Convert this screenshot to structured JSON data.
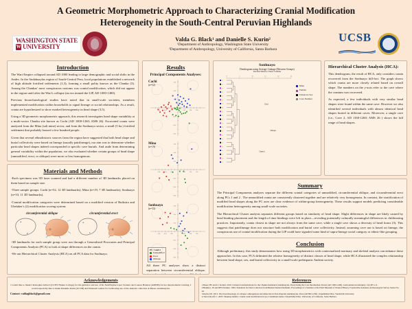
{
  "poster": {
    "title_line1": "A Geometric Morphometric Approach to Characterizing Cranial Modification",
    "title_line2": "Heterogeneity in the South-Central Peruvian Highlands",
    "authors": "Valda G. Black¹ and Danielle S. Kurin²",
    "affiliation1": "¹Department of Anthropology, Washington State University",
    "affiliation2": "²Department of Anthropology, University of California, Santa Barbara",
    "logo_left_line1": "WASHINGTON STATE",
    "logo_left_line2": "UNIVERSITY",
    "logo_right": "UCSB",
    "bg_color": "#fbe7d4",
    "panel_color": "#fdf1e4",
    "border_color": "#c8b6a6"
  },
  "introduction": {
    "heading": "Introduction",
    "p1": "The Wari Empire collapsed around AD 1000 leading to large demographic and social shifts in the Andes. In the Andahuaylas region of South-Central Peru, local populations established a network of high altitude fortified settlements (1,3), forming a small polity known as the Chanka (3). Among the Chankas' most conspicuous customs was cranial modification, which did not appear in the region until after the Wari's collapse (an era termed the LIP, AD 1000-1400).",
    "p2": "Previous bioarchaeological studies have noted that in small-scale societies, members implemented modification within households to signal lineage or social relationships. As a result, crania are hypothesized to show marked heterogeneity in head shape (3,5).",
    "p3": "Using a 3D geometric morphometric approach, this research investigates head shape variability at a multi-sector Chanka site known as Cachi (AD 1000-1260; AMS 26). Excavated crania were analyzed from the Mina (salt mine) sector, and from the Sonhuayo sector, a small (5 ha.) fortified settlement that probably housed a few hundred people.",
    "p4": "Given that several ethnohistoric sources from the region have suggested that both head shape and burial collectivity were based on lineage (usually patrilineage), our aim was to determine whether particular head shapes indeed corresponded to specific cave burials. And aside from determining general variability within the population, we also evaluated whether certain groups of head shape (unmodified, erect, or oblique) were more or less homogenous."
  },
  "methods": {
    "heading": "Materials and Methods",
    "p1": "-Each specimen was 3D laser scanned and had a different number of 3D landmarks placed on them based on sample size.",
    "p2": "-Three sample groups: Cachi (n=52, 12 3D landmarks); Mina (n=19, 7 3D landmarks); Sonhuayo (n=33, 11 3D landmarks).",
    "p3": "-Cranial modification categories were determined based on a modified version of Buikstra and Ubelaker's (2) modification scoring system:",
    "cranium_label_1": "circumferential oblique",
    "cranium_label_2": "circumferential erect",
    "p4": "-3D landmarks for each sample group were run through a Generalized Procrustes and Principal Components Analysis (PCA) to look at shape differences on the crania.",
    "p5": "-We ran Hierarchical Cluster Analysis (HCA) on all PCA data for Sonhuayo."
  },
  "results": {
    "heading": "Results",
    "subheading": "Principal Components Analyses:",
    "summary_note": "All three PC analyses show a distinct separation between circumferential oblique, circumferential erect, and unmodified along PC 1 and 2. The unmodified crania are shown in a tight group formation, while the other two groups are spread out displaying the large amount of heterogeneity found within each.",
    "legend_title": "PC 1 and 2",
    "legend": [
      {
        "label": "Unmodified",
        "color": "#2f9e2f"
      },
      {
        "label": "Erect",
        "color": "#e03030"
      },
      {
        "label": "Oblique",
        "color": "#2a4fd0"
      }
    ]
  },
  "chart_data": [
    {
      "type": "scatter",
      "title": "Cachi",
      "subtitle": "(n=52)",
      "xlabel": "PC 1",
      "ylabel": "PC 2",
      "xlim": [
        -0.08,
        0.08
      ],
      "ylim": [
        -0.06,
        0.06
      ],
      "xticks": [
        -0.08,
        -0.06,
        -0.04,
        -0.02,
        0.02,
        0.04,
        0.06
      ],
      "yticks": [
        -0.06,
        -0.04,
        -0.02,
        0.02,
        0.04,
        0.06
      ],
      "grid": false,
      "series": [
        {
          "name": "Unmodified",
          "color": "#2f9e2f",
          "points": [
            [
              -0.008,
              -0.002
            ],
            [
              -0.004,
              -0.004
            ],
            [
              0.0,
              -0.003
            ],
            [
              0.004,
              -0.006
            ],
            [
              -0.01,
              -0.001
            ],
            [
              0.008,
              -0.01
            ],
            [
              0.012,
              -0.014
            ],
            [
              0.018,
              -0.013
            ],
            [
              0.024,
              -0.012
            ],
            [
              -0.016,
              -0.016
            ],
            [
              -0.006,
              -0.018
            ],
            [
              0.002,
              -0.02
            ],
            [
              0.028,
              -0.009
            ],
            [
              0.036,
              -0.036
            ],
            [
              0.006,
              -0.001
            ],
            [
              -0.002,
              0.001
            ]
          ]
        },
        {
          "name": "Erect",
          "color": "#e03030",
          "points": [
            [
              -0.062,
              -0.004
            ],
            [
              -0.056,
              -0.01
            ],
            [
              -0.052,
              0.002
            ],
            [
              -0.048,
              -0.006
            ],
            [
              -0.044,
              0.006
            ],
            [
              -0.042,
              -0.012
            ],
            [
              -0.038,
              0.002
            ],
            [
              -0.034,
              -0.002
            ],
            [
              -0.03,
              0.008
            ],
            [
              -0.026,
              -0.008
            ],
            [
              -0.022,
              0.004
            ],
            [
              -0.018,
              -0.003
            ],
            [
              -0.046,
              -0.018
            ],
            [
              -0.036,
              -0.02
            ],
            [
              -0.028,
              0.012
            ]
          ]
        },
        {
          "name": "Oblique",
          "color": "#2a4fd0",
          "points": [
            [
              -0.016,
              0.028
            ],
            [
              -0.008,
              0.02
            ],
            [
              0.0,
              0.03
            ],
            [
              0.004,
              0.018
            ],
            [
              0.008,
              0.026
            ],
            [
              0.012,
              0.014
            ],
            [
              0.018,
              0.022
            ],
            [
              0.024,
              0.016
            ],
            [
              0.03,
              0.01
            ],
            [
              0.034,
              0.02
            ],
            [
              0.04,
              0.044
            ],
            [
              0.002,
              0.006
            ],
            [
              0.006,
              0.01
            ],
            [
              -0.004,
              0.012
            ],
            [
              0.02,
              0.004
            ],
            [
              0.028,
              0.002
            ],
            [
              0.014,
              0.008
            ],
            [
              0.038,
              0.006
            ]
          ]
        }
      ]
    },
    {
      "type": "scatter",
      "title": "Mina",
      "subtitle": "(n=19)",
      "xlabel": "PC 1",
      "ylabel": "PC 2",
      "xlim": [
        -0.08,
        0.08
      ],
      "ylim": [
        -0.06,
        0.06
      ],
      "grid": false,
      "series": [
        {
          "name": "Unmodified",
          "color": "#2f9e2f",
          "points": [
            [
              -0.016,
              -0.006
            ],
            [
              0.006,
              -0.004
            ],
            [
              0.018,
              -0.004
            ],
            [
              0.022,
              -0.022
            ],
            [
              0.024,
              -0.03
            ]
          ]
        },
        {
          "name": "Erect",
          "color": "#e03030",
          "points": [
            [
              -0.03,
              0.01
            ],
            [
              -0.044,
              -0.006
            ],
            [
              -0.036,
              -0.016
            ],
            [
              -0.058,
              -0.02
            ],
            [
              -0.028,
              -0.024
            ]
          ]
        },
        {
          "name": "Oblique",
          "color": "#2a4fd0",
          "points": [
            [
              -0.02,
              0.034
            ],
            [
              -0.016,
              0.026
            ],
            [
              -0.002,
              0.016
            ],
            [
              0.01,
              0.022
            ],
            [
              0.044,
              0.048
            ]
          ]
        }
      ]
    },
    {
      "type": "scatter",
      "title": "Sonhuayo",
      "subtitle": "(n=33)",
      "xlabel": "PC 1",
      "ylabel": "PC 2",
      "xlim": [
        -0.08,
        0.08
      ],
      "ylim": [
        -0.06,
        0.06
      ],
      "grid": false,
      "series": [
        {
          "name": "Unmodified",
          "color": "#2f9e2f",
          "points": [
            [
              -0.022,
              0.008
            ],
            [
              -0.012,
              0.006
            ],
            [
              -0.004,
              0.004
            ],
            [
              0.014,
              -0.004
            ],
            [
              0.024,
              -0.01
            ],
            [
              0.03,
              -0.016
            ],
            [
              0.02,
              -0.026
            ],
            [
              0.01,
              -0.032
            ],
            [
              0.026,
              -0.04
            ]
          ]
        },
        {
          "name": "Erect",
          "color": "#e03030",
          "points": [
            [
              -0.056,
              0.03
            ],
            [
              -0.04,
              0.044
            ],
            [
              -0.03,
              0.034
            ],
            [
              -0.048,
              0.016
            ],
            [
              -0.034,
              0.02
            ],
            [
              -0.024,
              0.042
            ]
          ]
        },
        {
          "name": "Oblique",
          "color": "#2a4fd0",
          "points": [
            [
              0.006,
              0.042
            ],
            [
              0.018,
              0.036
            ],
            [
              0.028,
              0.044
            ],
            [
              0.012,
              0.024
            ],
            [
              0.004,
              0.012
            ],
            [
              0.022,
              0.006
            ],
            [
              0.034,
              -0.002
            ],
            [
              0.016,
              0.002
            ],
            [
              0.008,
              0.018
            ]
          ]
        }
      ]
    }
  ],
  "dendrogram": {
    "title": "Sonhuayo",
    "subtitle": "Dendrogram using Average Linkage (Between Groups)",
    "subtitle2": "Rescaled Distance Cluster Combine",
    "xticks": [
      "0",
      "5",
      "10",
      "15",
      "20",
      "25"
    ],
    "ylabels": [
      "2",
      "2",
      "7",
      "2",
      "2",
      "2",
      "2",
      "8",
      "2",
      "2",
      "2",
      "2",
      "2",
      "2",
      "2",
      "2",
      "2",
      "5",
      "5",
      "5",
      "2",
      "2"
    ],
    "cluster_labels": [
      "Erect",
      "Oblique",
      "Unmod."
    ],
    "legend": [
      {
        "label": "Male",
        "color": "#2020e0"
      },
      {
        "label": "Female",
        "color": "#e020e0"
      },
      {
        "label": "Unknown Sex",
        "color": "#000000"
      },
      {
        "label": "Cave Number",
        "color": "#555555"
      }
    ]
  },
  "hca": {
    "heading": "Hierarchical Cluster Analysis (HCA):",
    "p1": "This dendrogram, the result of HCA, only considers crania recovered from the Sonhuayo hill-fort. The graph shows which crania are more closely related based on overall shape. The numbers on the y-axis refer to the cave where the cranium was recovered.",
    "p2": "As expected, a few individuals with very similar head shapes were found within the same cave. However we also identified several individuals with almost identical head shapes buried in different caves. Moreover, a single cave (i.e., Cave 2, AD 1160-1260; AMS 26 ) shows the full range of head shapes."
  },
  "summary": {
    "heading": "Summary",
    "p1": "The Principal Components analyses separate the different cranial categories of unmodified, circumferential oblique, and circumferential erect along PCs 1 and 2 . The unmodified crania are consistently clustered together and are relatively very homogenous. In contrast, the stratification of modified head shapes along the PC axes are clear evidence of within-group heterogeneity. These results support models predicting considerable modification heterogeneity among small-scale societies.",
    "p2": "The Hierarchical Cluster analysis separates different groups based on similarity of head shape. Slight differences in shape are  likely caused by head binding placement and the length of time bindings were left in place—revealing potentially culturally meaningful differences in childrearing practices. Importantly, crania closest in shape are not always from the same cave, while a single cave shows a diversity of head forms (3). This suggests that patrilineage does not structure both modification and burial cave collectivity.  Instead, assuming cave use is based on lineage, the conspicuous use of cranial modification during the LIP  could have signaled some kind of supra-lineage social category or ethnic-like grouping."
  },
  "conclusion": {
    "heading": "Conclusion",
    "p1": "Although preliminary, this study demonstrates how using 3D morphometrics with contextualized mortuary and skeletal analysis can enhance these approaches. In this case, PCA delimited the relative homogeneity of distinct classes of head shape, while HCA illustrated the complex relationship between head shape, sex, and burial collectivity in a small-scale prehispanic Andean society."
  },
  "acknowledgements": {
    "heading": "Acknowledgements",
    "text": "I would like to thank Christopher Gilbert (CUNY Hunter College) for his guidance and use of his NextEngine Laser Scanner and Lauren Halenar (AMNH) for her morphometric training. I would especially like to thank Danielle Kurin (UCSB) and Emanuel Gomez for facilitating use of the skeletal collection at Museo Andahuaylas.",
    "contact": "Contact: valdagblack@gmail.com"
  },
  "references": {
    "heading": "References",
    "items": [
      "1.Bauer, BS and LC Kellett. 2010. Cultural transformations for the Chanka homeland (Andahuaylas, Peru) during the Late Intermediate Period (AD 1000-1400). Latin American Antiquity. 21(1)87-111.",
      "2.Buikstra, JE and DH Ubelaker. 1994. Standards for Data Collection from Human Skeletal Remains. Proceedings of a Seminar at the Field Museum of Natural History. Fayetteville:Arkansas Archaeological Survey Series No. 44",
      "3.Kurin, DS. 2012. The bioarchaeology of collapse: ethnogenesis and ethnocide in Post-Imperial Andahuaylas, Peru (AD 800-1250). Unpublished Diss. Vanderbilt University.",
      "4.Torres-Rouff, C. 2003. Shaping identity: cranial vault modification in pre-Columbian Andes. Unpublished Diss. University of California, Santa Barbara."
    ]
  }
}
